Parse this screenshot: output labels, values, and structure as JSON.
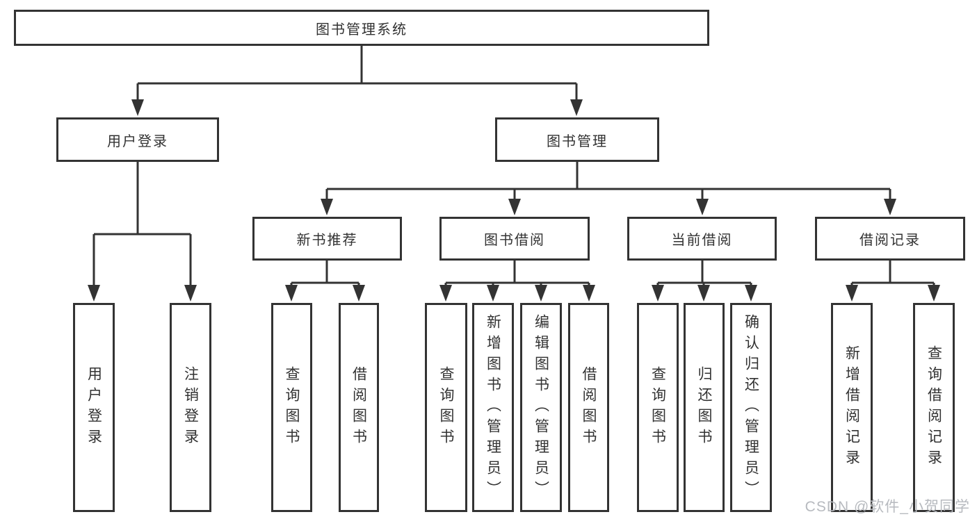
{
  "colors": {
    "line": "#333333",
    "text": "#323232",
    "wm": "#b7babf",
    "bg": "#ffffff"
  },
  "tree": {
    "label": "图书管理系统",
    "children": [
      {
        "label": "用户登录",
        "children": [
          {
            "label": "用户登录"
          },
          {
            "label": "注销登录"
          }
        ]
      },
      {
        "label": "图书管理",
        "children": [
          {
            "label": "新书推荐",
            "children": [
              {
                "label": "查询图书"
              },
              {
                "label": "借阅图书"
              }
            ]
          },
          {
            "label": "图书借阅",
            "children": [
              {
                "label": "查询图书"
              },
              {
                "label": "新增图书（管理员）"
              },
              {
                "label": "编辑图书（管理员）"
              },
              {
                "label": "借阅图书"
              }
            ]
          },
          {
            "label": "当前借阅",
            "children": [
              {
                "label": "查询图书"
              },
              {
                "label": "归还图书"
              },
              {
                "label": "确认归还（管理员）"
              }
            ]
          },
          {
            "label": "借阅记录",
            "children": [
              {
                "label": "新增借阅记录"
              },
              {
                "label": "查询借阅记录"
              }
            ]
          }
        ]
      }
    ]
  },
  "watermark": "CSDN @软件_小贺同学"
}
